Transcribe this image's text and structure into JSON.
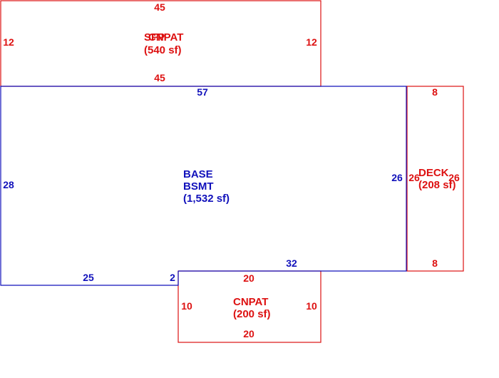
{
  "colors": {
    "red": "#dd1111",
    "blue": "#1111bb"
  },
  "areas": {
    "top_patio": {
      "name_overlay_1": "SFP",
      "name_overlay_2": "CNPAT",
      "size": "(540 sf)",
      "color": "#dd1111",
      "dims": {
        "top": "45",
        "bottom": "45",
        "left": "12",
        "right": "12"
      }
    },
    "base": {
      "name": "BASE",
      "sub": "BSMT",
      "size": "(1,532 sf)",
      "color": "#1111bb",
      "dims": {
        "top": "57",
        "left": "28",
        "right": "26",
        "bottom_left": "25",
        "bottom_step": "2",
        "bottom_right": "32"
      }
    },
    "deck": {
      "name": "DECK",
      "size": "(208 sf)",
      "color": "#dd1111",
      "dims": {
        "top": "8",
        "bottom": "8",
        "left": "26",
        "right": "26"
      }
    },
    "bottom_patio": {
      "name": "CNPAT",
      "size": "(200 sf)",
      "color": "#dd1111",
      "dims": {
        "top": "20",
        "bottom": "20",
        "left": "10",
        "right": "10"
      }
    }
  }
}
